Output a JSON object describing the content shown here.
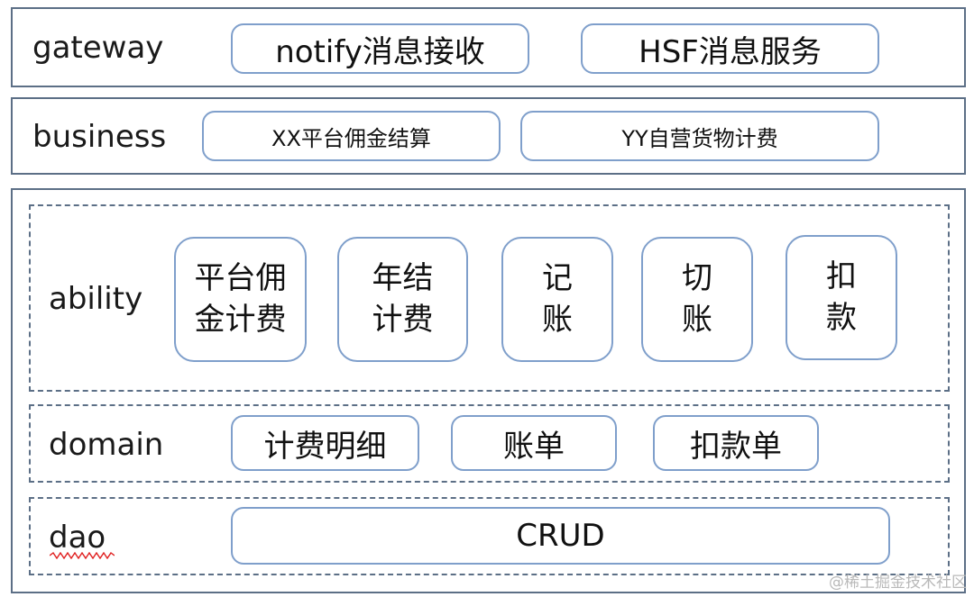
{
  "gateway": {
    "label": "gateway",
    "items": [
      "notify消息接收",
      "HSF消息服务"
    ]
  },
  "business": {
    "label": "business",
    "items": [
      "XX平台佣金结算",
      "YY自营货物计费"
    ]
  },
  "ability": {
    "label": "ability",
    "items": [
      "平台佣金计费",
      "年结计费",
      "记账",
      "切账",
      "扣款"
    ]
  },
  "domain": {
    "label": "domain",
    "items": [
      "计费明细",
      "账单",
      "扣款单"
    ]
  },
  "dao": {
    "label": "dao",
    "items": [
      "CRUD"
    ]
  },
  "watermark": "@稀土掘金技术社区",
  "colors": {
    "layer_border": "#5c6f86",
    "box_border": "#7f9fcb",
    "spellcheck_underline": "#e02020"
  }
}
